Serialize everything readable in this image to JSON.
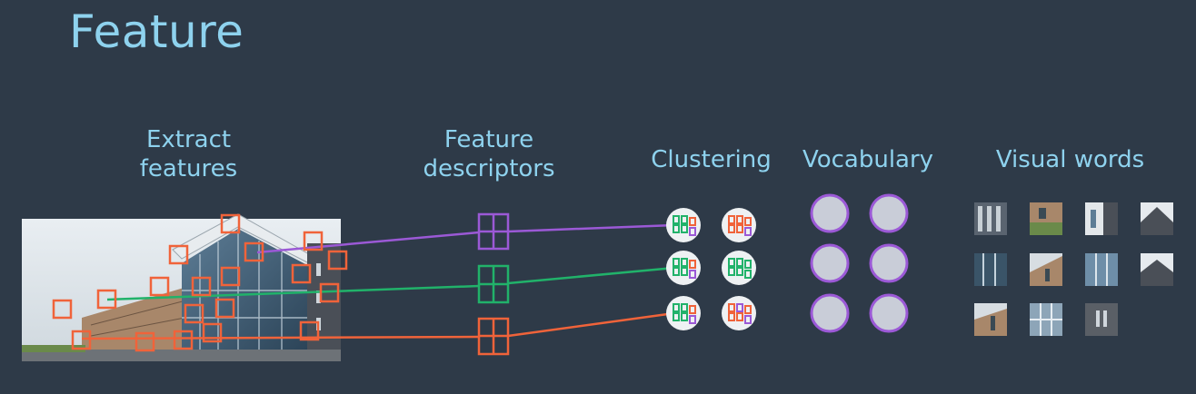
{
  "title": "Feature",
  "steps": {
    "extract_line1": "Extract",
    "extract_line2": "features",
    "descriptors_line1": "Feature",
    "descriptors_line2": "descriptors",
    "clustering": "Clustering",
    "vocabulary": "Vocabulary",
    "visual_words": "Visual words"
  },
  "colors": {
    "background": "#2e3a48",
    "text": "#8ed2ee",
    "feature_box": "#f0633a",
    "descriptor_purple": "#9b59d6",
    "descriptor_green": "#21b26a",
    "descriptor_orange": "#f0633a",
    "vocab_fill": "#c9cdd8",
    "vocab_stroke": "#9b59d6"
  }
}
